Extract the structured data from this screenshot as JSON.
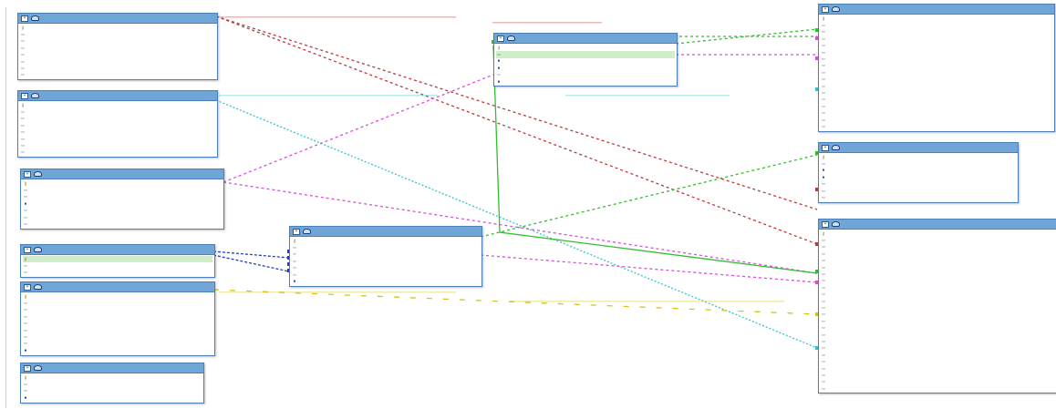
{
  "window": {
    "title": ""
  },
  "colors": {
    "header": "#6fa5d7",
    "border": "#4c7fb8",
    "row_selected": "#cfeec8",
    "link_red": "#b83a3a",
    "link_green": "#2fbf2f",
    "link_magenta": "#d94fd9",
    "link_cyan": "#35c3cf",
    "link_blue": "#1f3fbf",
    "link_yellow": "#d6c21a"
  },
  "tables": [
    {
      "id": "t1",
      "title": "",
      "icon": "table-icon",
      "columns": [
        {
          "icon": "key-icon",
          "text": ""
        },
        {
          "icon": "field-icon",
          "text": ""
        },
        {
          "icon": "field-icon",
          "text": ""
        },
        {
          "icon": "field-icon",
          "text": ""
        },
        {
          "icon": "field-icon",
          "text": ""
        },
        {
          "icon": "field-icon",
          "text": ""
        },
        {
          "icon": "field-icon",
          "text": ""
        },
        {
          "icon": "field-icon",
          "text": ""
        }
      ]
    },
    {
      "id": "t2",
      "title": "",
      "icon": "table-icon",
      "columns": [
        {
          "icon": "key-icon",
          "text": ""
        },
        {
          "icon": "field-icon",
          "text": ""
        },
        {
          "icon": "field-icon",
          "text": ""
        },
        {
          "icon": "field-icon",
          "text": ""
        },
        {
          "icon": "field-icon",
          "text": ""
        },
        {
          "icon": "field-icon",
          "text": ""
        },
        {
          "icon": "field-icon",
          "text": ""
        },
        {
          "icon": "field-icon",
          "text": ""
        }
      ]
    },
    {
      "id": "t3",
      "title": "",
      "icon": "table-icon",
      "columns": [
        {
          "icon": "key-icon",
          "text": ""
        },
        {
          "icon": "field-icon",
          "text": ""
        },
        {
          "icon": "field-icon",
          "text": ""
        },
        {
          "icon": "index-icon",
          "text": ""
        },
        {
          "icon": "field-icon",
          "text": ""
        },
        {
          "icon": "field-icon",
          "text": ""
        },
        {
          "icon": "field-icon",
          "text": ""
        }
      ]
    },
    {
      "id": "t4",
      "title": "",
      "icon": "table-icon",
      "columns": [
        {
          "icon": "key-icon",
          "text": ""
        },
        {
          "icon": "field-icon",
          "text": ""
        },
        {
          "icon": "field-icon",
          "text": ""
        }
      ]
    },
    {
      "id": "t5",
      "title": "",
      "icon": "table-icon",
      "columns": [
        {
          "icon": "key-icon",
          "text": ""
        },
        {
          "icon": "field-icon",
          "text": ""
        },
        {
          "icon": "field-icon",
          "text": ""
        },
        {
          "icon": "field-icon",
          "text": ""
        },
        {
          "icon": "field-icon",
          "text": ""
        },
        {
          "icon": "field-icon",
          "text": ""
        },
        {
          "icon": "field-icon",
          "text": ""
        },
        {
          "icon": "field-icon",
          "text": ""
        },
        {
          "icon": "index-icon",
          "text": ""
        }
      ]
    },
    {
      "id": "t6",
      "title": "",
      "icon": "table-icon",
      "columns": [
        {
          "icon": "key-icon",
          "text": ""
        },
        {
          "icon": "field-icon",
          "text": ""
        },
        {
          "icon": "field-icon",
          "text": ""
        },
        {
          "icon": "index-icon",
          "text": ""
        }
      ]
    },
    {
      "id": "t7",
      "title": "",
      "icon": "table-icon",
      "columns": [
        {
          "icon": "key-icon",
          "text": ""
        },
        {
          "icon": "field-icon",
          "text": ""
        },
        {
          "icon": "field-icon",
          "text": ""
        },
        {
          "icon": "field-icon",
          "text": ""
        },
        {
          "icon": "field-icon",
          "text": ""
        },
        {
          "icon": "field-icon",
          "text": ""
        },
        {
          "icon": "index-icon",
          "text": ""
        }
      ]
    },
    {
      "id": "t8",
      "title": "",
      "icon": "table-icon",
      "columns": [
        {
          "icon": "key-icon",
          "text": ""
        },
        {
          "icon": "field-icon",
          "text": ""
        },
        {
          "icon": "index-icon",
          "text": ""
        },
        {
          "icon": "index-icon",
          "text": ""
        },
        {
          "icon": "field-icon",
          "text": ""
        },
        {
          "icon": "index-icon",
          "text": ""
        }
      ]
    },
    {
      "id": "t9",
      "title": "",
      "icon": "table-icon",
      "columns": [
        {
          "icon": "key-icon",
          "text": ""
        },
        {
          "icon": "field-icon",
          "text": ""
        },
        {
          "icon": "field-icon",
          "text": ""
        },
        {
          "icon": "field-icon",
          "text": ""
        },
        {
          "icon": "field-icon",
          "text": ""
        },
        {
          "icon": "field-icon",
          "text": ""
        },
        {
          "icon": "field-icon",
          "text": ""
        },
        {
          "icon": "field-icon",
          "text": ""
        },
        {
          "icon": "field-icon",
          "text": ""
        },
        {
          "icon": "field-icon",
          "text": ""
        },
        {
          "icon": "field-icon",
          "text": ""
        },
        {
          "icon": "field-icon",
          "text": ""
        },
        {
          "icon": "field-icon",
          "text": ""
        },
        {
          "icon": "field-icon",
          "text": ""
        },
        {
          "icon": "field-icon",
          "text": ""
        },
        {
          "icon": "field-icon",
          "text": ""
        },
        {
          "icon": "field-icon",
          "text": ""
        }
      ]
    },
    {
      "id": "t10",
      "title": "",
      "icon": "table-icon",
      "columns": [
        {
          "icon": "key-icon",
          "text": ""
        },
        {
          "icon": "field-icon",
          "text": ""
        },
        {
          "icon": "index-icon",
          "text": ""
        },
        {
          "icon": "index-icon",
          "text": ""
        },
        {
          "icon": "field-icon",
          "text": ""
        },
        {
          "icon": "field-icon",
          "text": ""
        },
        {
          "icon": "field-icon",
          "text": ""
        }
      ]
    },
    {
      "id": "t11",
      "title": "",
      "icon": "table-icon",
      "columns": [
        {
          "icon": "key-icon",
          "text": ""
        },
        {
          "icon": "field-icon",
          "text": ""
        },
        {
          "icon": "field-icon",
          "text": ""
        },
        {
          "icon": "field-icon",
          "text": ""
        },
        {
          "icon": "field-icon",
          "text": ""
        },
        {
          "icon": "field-icon",
          "text": ""
        },
        {
          "icon": "field-icon",
          "text": ""
        },
        {
          "icon": "field-icon",
          "text": ""
        },
        {
          "icon": "field-icon",
          "text": ""
        },
        {
          "icon": "field-icon",
          "text": ""
        },
        {
          "icon": "field-icon",
          "text": ""
        },
        {
          "icon": "field-icon",
          "text": ""
        },
        {
          "icon": "field-icon",
          "text": ""
        },
        {
          "icon": "field-icon",
          "text": ""
        },
        {
          "icon": "field-icon",
          "text": ""
        },
        {
          "icon": "field-icon",
          "text": ""
        },
        {
          "icon": "field-icon",
          "text": ""
        },
        {
          "icon": "field-icon",
          "text": ""
        },
        {
          "icon": "field-icon",
          "text": ""
        },
        {
          "icon": "field-icon",
          "text": ""
        },
        {
          "icon": "field-icon",
          "text": ""
        },
        {
          "icon": "field-icon",
          "text": ""
        },
        {
          "icon": "field-icon",
          "text": ""
        },
        {
          "icon": "field-icon",
          "text": ""
        }
      ]
    }
  ]
}
